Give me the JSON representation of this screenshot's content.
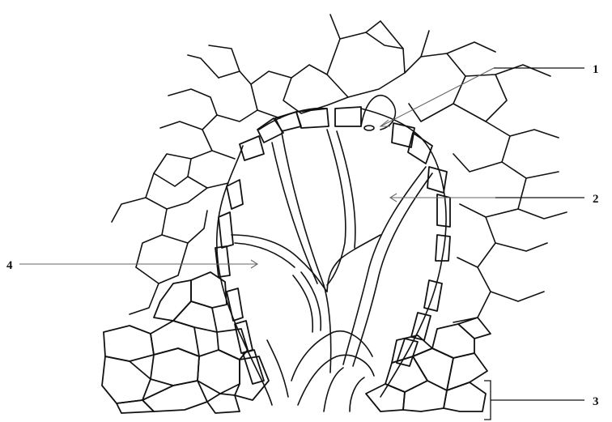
{
  "figure": {
    "labels": [
      {
        "id": "1",
        "text": "1"
      },
      {
        "id": "2",
        "text": "2"
      },
      {
        "id": "3",
        "text": "3"
      },
      {
        "id": "4",
        "text": "4"
      }
    ]
  }
}
